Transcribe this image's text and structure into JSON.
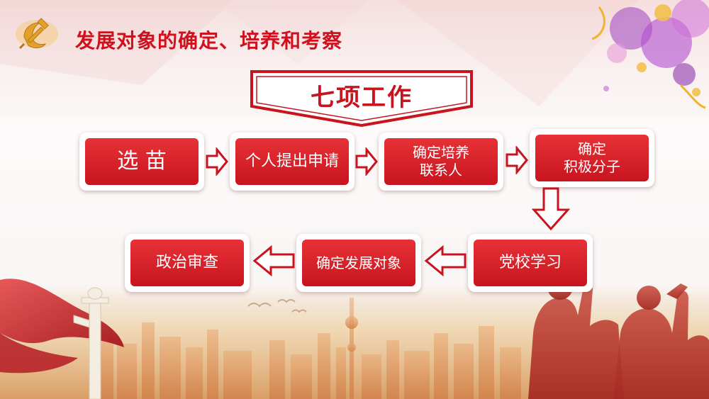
{
  "slide": {
    "title": "发展对象的确定、培养和考察",
    "banner": "七项工作",
    "emblem_icon": "hammer-sickle-icon"
  },
  "steps": [
    {
      "id": 1,
      "label": "选 苗"
    },
    {
      "id": 2,
      "label": "个人提出申请"
    },
    {
      "id": 3,
      "label_line1": "确定培养",
      "label_line2": "联系人"
    },
    {
      "id": 4,
      "label_line1": "确定",
      "label_line2": "积极分子"
    },
    {
      "id": 5,
      "label": "党校学习"
    },
    {
      "id": 6,
      "label": "确定发展对象"
    },
    {
      "id": 7,
      "label": "政治审查"
    }
  ],
  "colors": {
    "primary_red": "#c8141e",
    "box_gradient_top": "#e63236",
    "box_gradient_bottom": "#c8141e",
    "gold": "#f2b233"
  },
  "icons": [
    "arrow-right-icon",
    "arrow-down-icon",
    "arrow-left-icon",
    "city-skyline",
    "flag",
    "huabiao-pillar",
    "birds",
    "purple-flowers",
    "cheering-crowd-silhouette"
  ]
}
